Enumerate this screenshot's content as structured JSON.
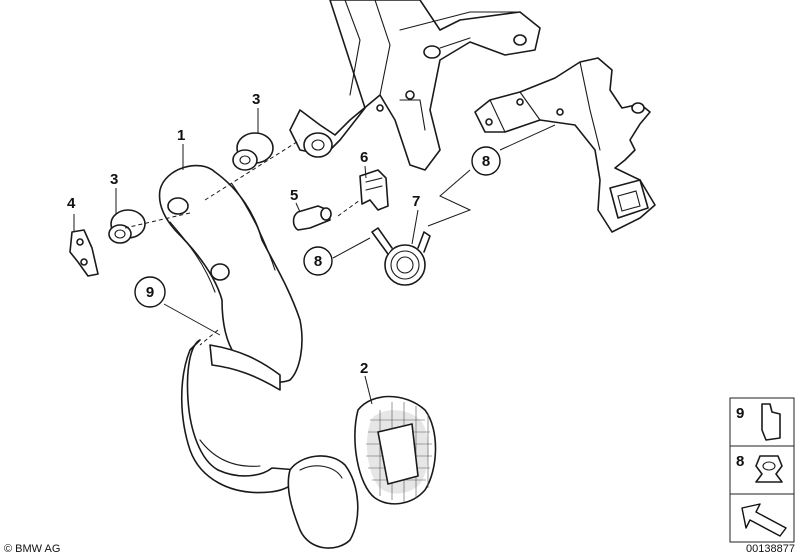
{
  "callouts": {
    "c1": "1",
    "c2": "2",
    "c3a": "3",
    "c3b": "3",
    "c4": "4",
    "c5": "5",
    "c6": "6",
    "c7": "7",
    "c8a": "8",
    "c8b": "8",
    "c9": "9"
  },
  "legend": {
    "item9": "9",
    "item8": "8"
  },
  "footer": {
    "copyright": "© BMW AG",
    "diagram_number": "00138877"
  }
}
